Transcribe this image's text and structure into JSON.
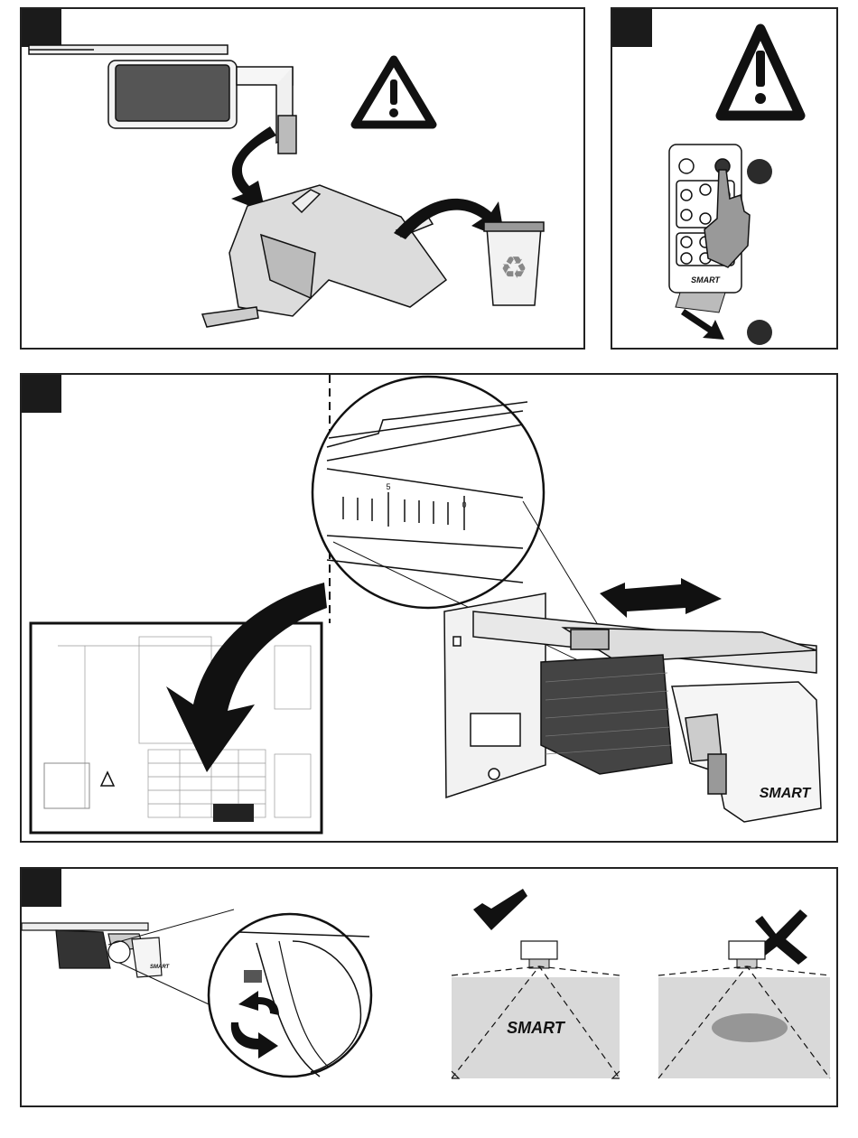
{
  "panels": [
    {
      "id": "panel-1",
      "step_label": ""
    },
    {
      "id": "panel-2",
      "step_label": ""
    },
    {
      "id": "panel-3",
      "step_label": ""
    },
    {
      "id": "panel-4",
      "step_label": ""
    }
  ],
  "branding": {
    "logo_text": "SMART",
    "logo_text_small": "SMART"
  },
  "ruler": {
    "tick_label_5": "5",
    "tick_label_0": "0"
  },
  "icons": {
    "warning": "warning-triangle-icon",
    "recycle": "recycle-icon",
    "check": "checkmark-icon",
    "cross": "cross-icon",
    "rotate": "rotate-arrows-icon",
    "hand": "pointing-hand-icon"
  },
  "colors": {
    "ink": "#111111",
    "panel_border": "#222222",
    "screen_gray": "#d9d9d9",
    "blur_gray": "#8a8a8a",
    "remote_bubble": "#2b2b2b"
  }
}
